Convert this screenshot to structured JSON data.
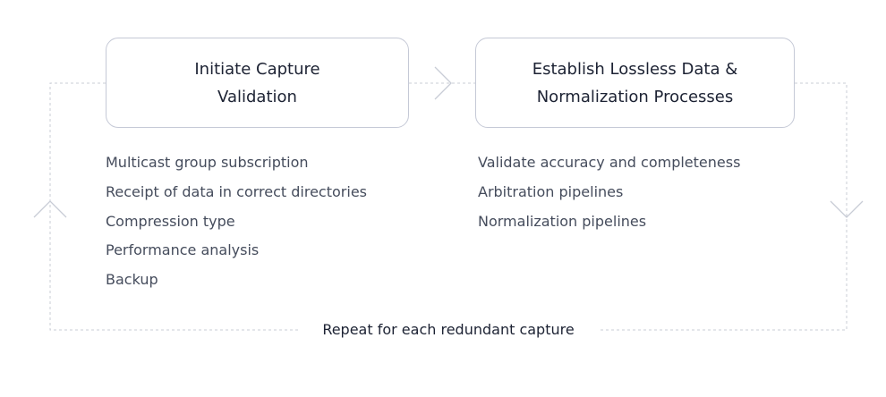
{
  "steps": [
    {
      "title_lines": [
        "Initiate Capture",
        "Validation"
      ],
      "items": [
        "Multicast group subscription",
        "Receipt of data in correct directories",
        "Compression type",
        "Performance analysis",
        "Backup"
      ]
    },
    {
      "title_lines": [
        "Establish Lossless Data &",
        "Normalization Processes"
      ],
      "items": [
        "Validate accuracy and completeness",
        "Arbitration pipelines",
        "Normalization pipelines"
      ]
    }
  ],
  "loop": {
    "label": "Repeat for each redundant capture"
  },
  "colors": {
    "border": "#c5c9d6",
    "connector": "#c8ccd6",
    "title_text": "#1c2233",
    "body_text": "#454c5c"
  }
}
